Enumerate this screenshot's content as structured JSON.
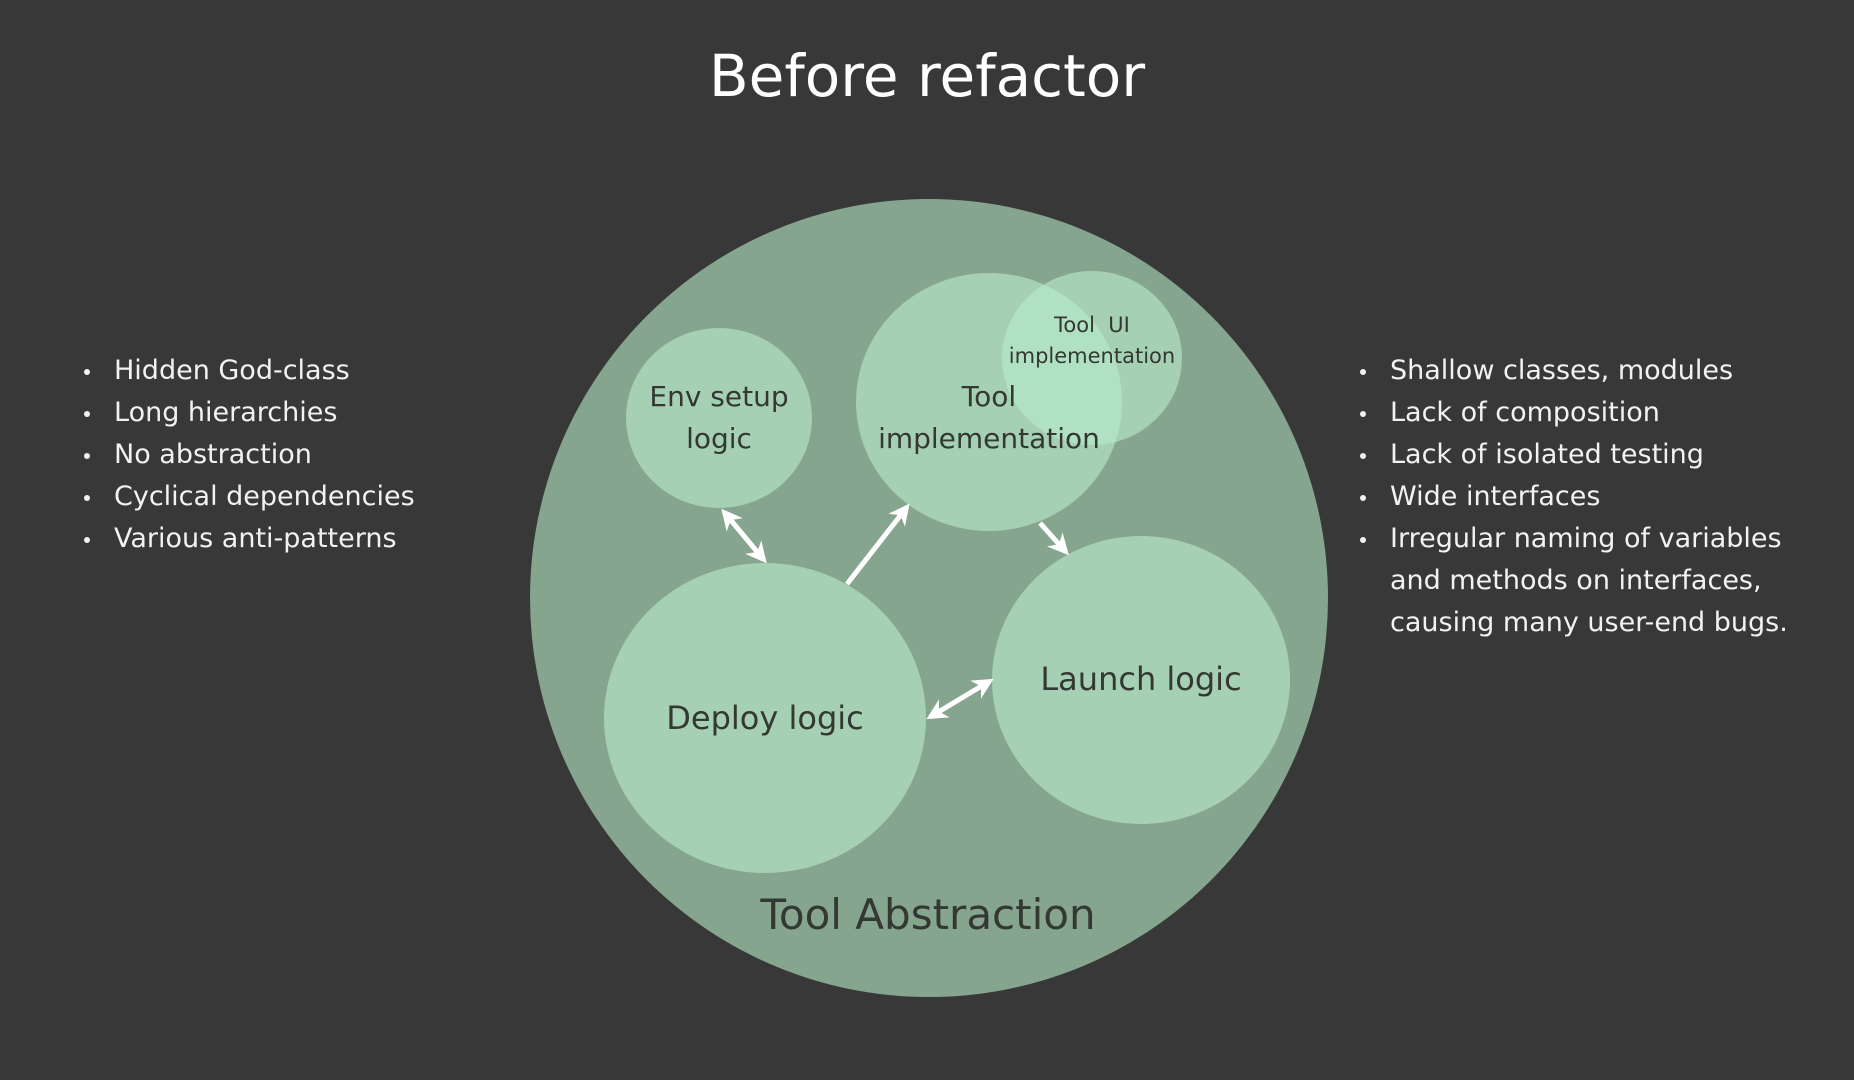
{
  "title": "Before refactor",
  "left_points": [
    "Hidden God-class",
    "Long hierarchies",
    "No abstraction",
    "Cyclical dependencies",
    "Various anti-patterns"
  ],
  "right_points": [
    "Shallow classes, modules",
    "Lack of composition",
    "Lack of isolated testing",
    "Wide interfaces",
    "Irregular naming of variables and methods on interfaces, causing many user-end bugs."
  ],
  "diagram": {
    "container": {
      "label": "Tool Abstraction"
    },
    "nodes": {
      "env_setup": {
        "label_line1": "Env setup",
        "label_line2": "logic"
      },
      "tool_impl": {
        "label_line1": "Tool",
        "label_line2": "implementation"
      },
      "tool_ui": {
        "label_line1": "Tool  UI",
        "label_line2": "implementation"
      },
      "deploy": {
        "label": "Deploy logic"
      },
      "launch": {
        "label": "Launch logic"
      }
    },
    "edges": [
      {
        "from": "Env setup logic",
        "to": "Deploy logic",
        "direction": "bidirectional"
      },
      {
        "from": "Deploy logic",
        "to": "Tool implementation",
        "direction": "forward"
      },
      {
        "from": "Tool implementation",
        "to": "Launch logic",
        "direction": "forward"
      },
      {
        "from": "Deploy logic",
        "to": "Launch logic",
        "direction": "bidirectional"
      }
    ]
  },
  "colors": {
    "background": "#383838",
    "container_fill": "#86a58e",
    "node_fill": "#a5d0b3",
    "overlap_fill": "#b1e1c3",
    "arrow": "#ffffff",
    "label_text": "#333833"
  }
}
